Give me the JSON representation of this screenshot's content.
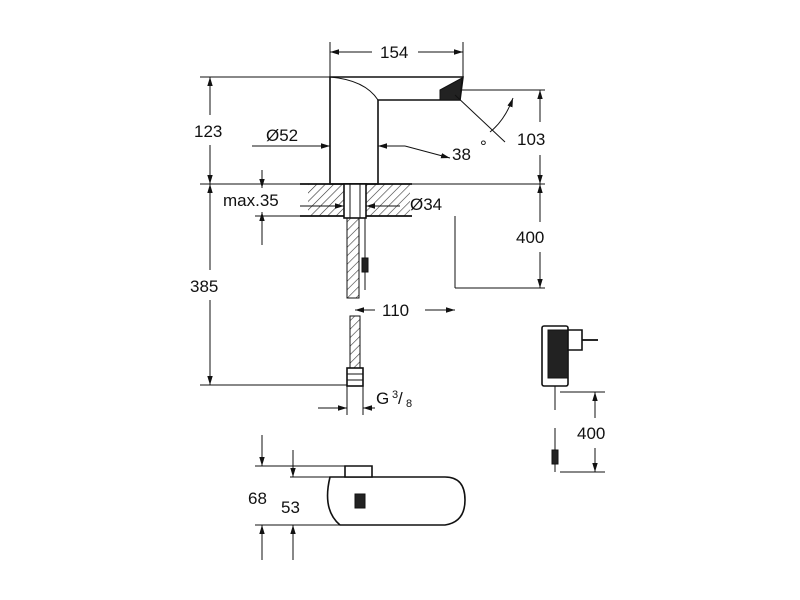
{
  "dimensions": {
    "width_top": "154",
    "height_spout": "123",
    "diameter_body": "Ø52",
    "spout_height": "103",
    "angle": "38",
    "angle_unit": "°",
    "max_thickness": "max.35",
    "diameter_hole": "Ø34",
    "hose_length": "400",
    "total_height": "385",
    "offset": "110",
    "thread_prefix": "G",
    "thread_num": "3",
    "thread_den": "8",
    "cable_length": "400",
    "height_top": "68",
    "height_lever": "53"
  },
  "icons": {
    "arrow": "arrow-icon",
    "adapter": "power-adapter-icon"
  }
}
